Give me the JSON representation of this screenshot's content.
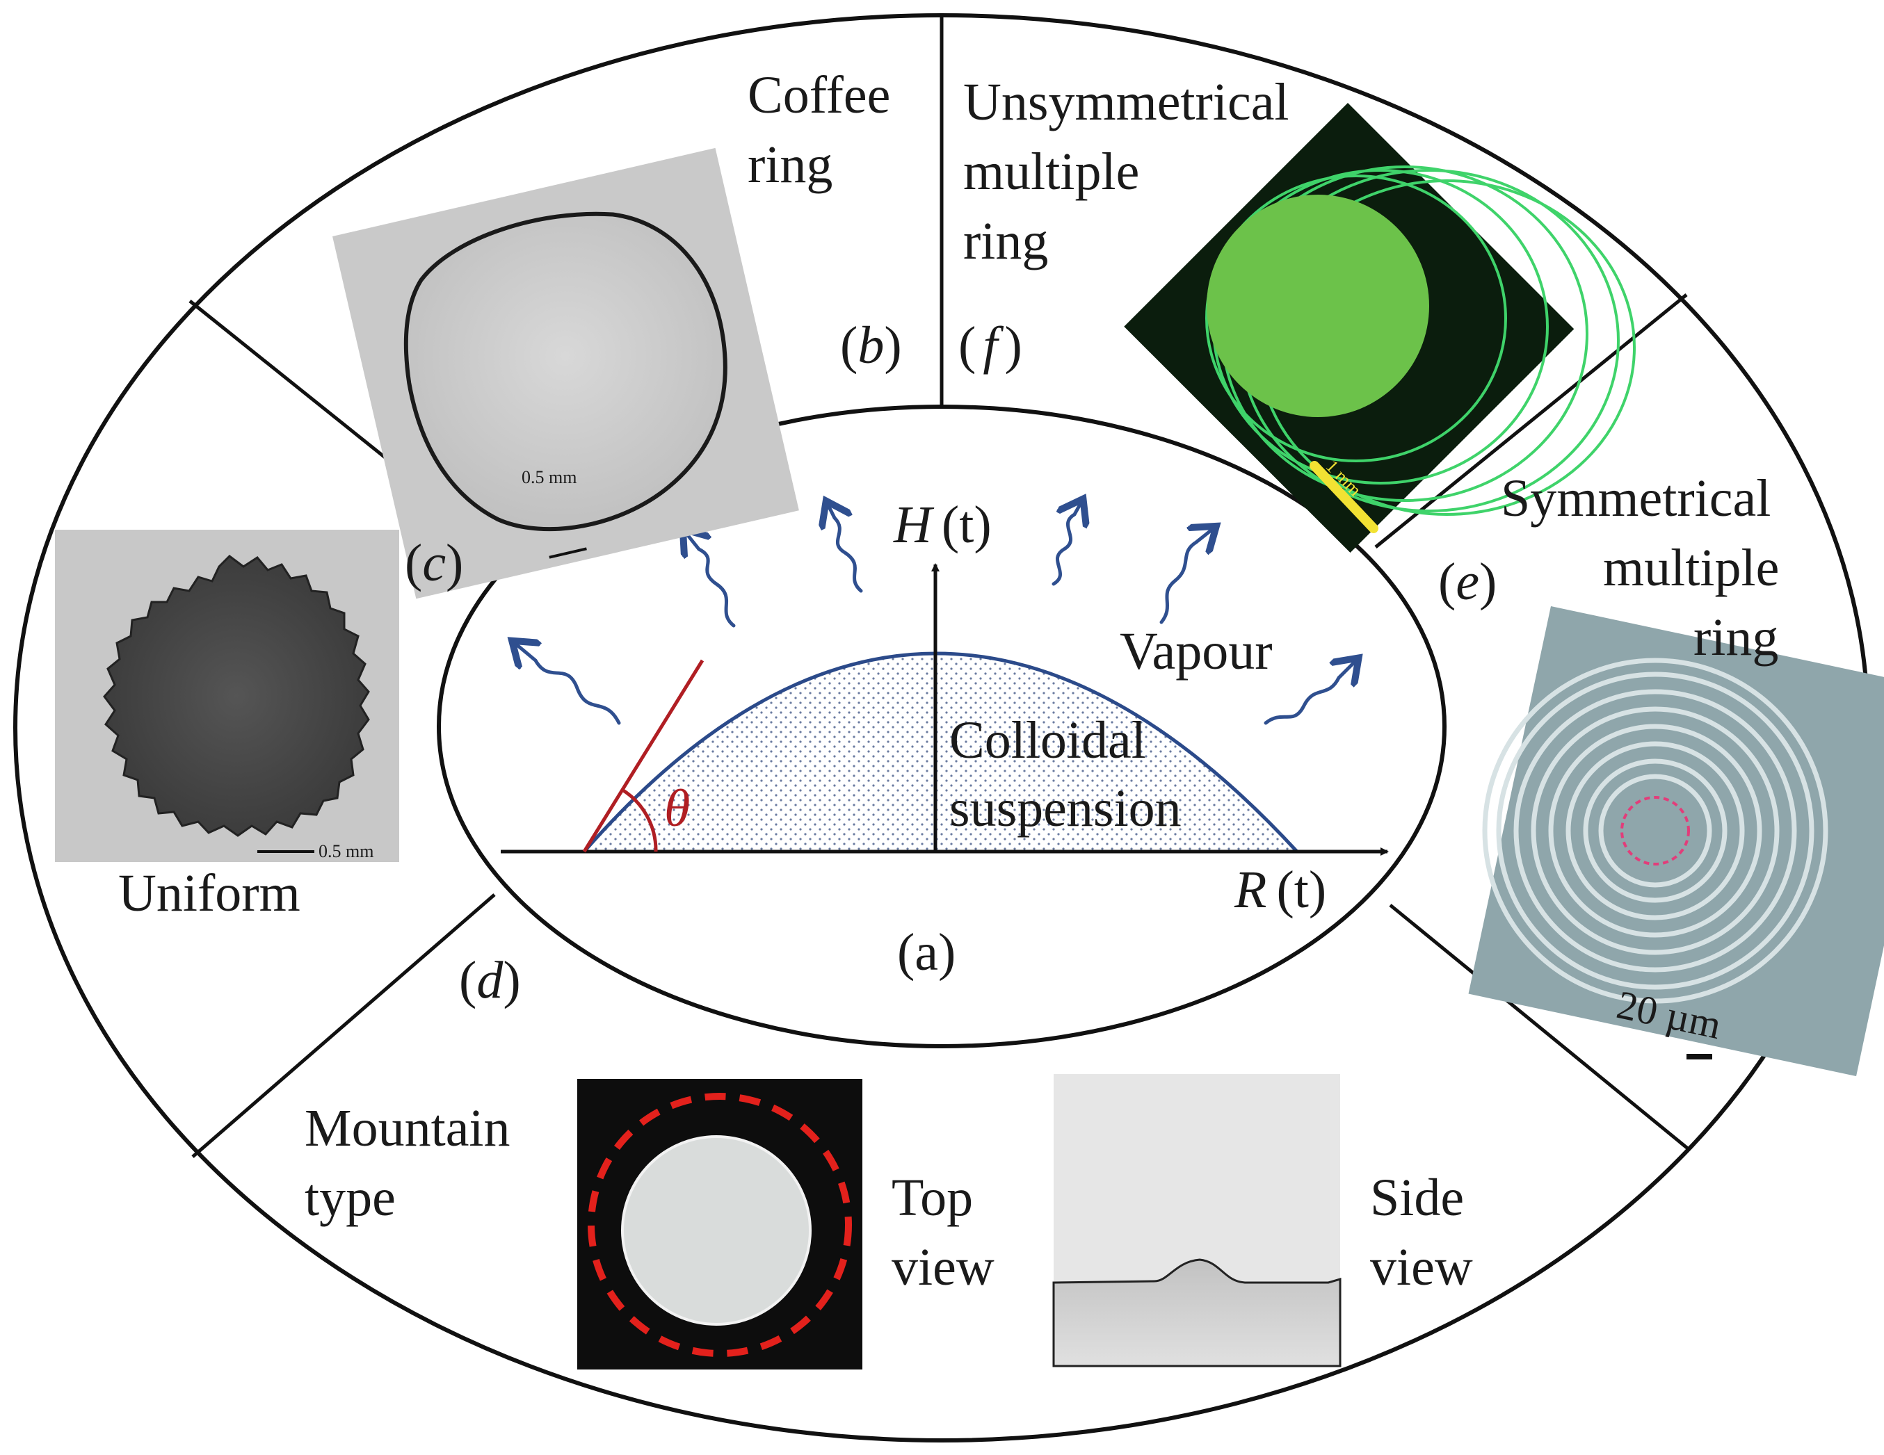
{
  "panels": {
    "a": {
      "tag": "(a)",
      "axis_h": {
        "symbol": "H",
        "arg": "(t)"
      },
      "axis_r": {
        "symbol": "R",
        "arg": "(t)"
      },
      "angle_symbol": "θ",
      "vapour_label": "Vapour",
      "suspension_line1": "Colloidal",
      "suspension_line2": "suspension"
    },
    "b": {
      "tag": "(b)",
      "title_line1": "Coffee",
      "title_line2": "ring",
      "scale": "0.5 mm"
    },
    "c": {
      "tag": "(c)",
      "title": "Uniform",
      "scale": "0.5 mm"
    },
    "d": {
      "tag": "(d)",
      "title_line1": "Mountain",
      "title_line2": "type",
      "top_line1": "Top",
      "top_line2": "view",
      "side_line1": "Side",
      "side_line2": "view"
    },
    "e": {
      "tag": "(e)",
      "title_line1": "Symmetrical",
      "title_line2": "multiple",
      "title_line3": "ring",
      "scale": "20 µm"
    },
    "f": {
      "tag": "(f)",
      "title_line1": "Unsymmetrical",
      "title_line2": "multiple",
      "title_line3": "ring",
      "scale": "1 mm"
    }
  },
  "colors": {
    "outline": "#111111",
    "droplet": "#2b4a8a",
    "vapour_arrow": "#2f4f8f",
    "contact_angle": "#b01e23",
    "fluorescent_green": "#6cc24a",
    "green_rings": "#3fd36a",
    "dashed_ring_red": "#e3211c",
    "symmetric_bg": "#8fa6ab",
    "magenta_dash": "#e23d7a",
    "scale_yellow": "#f2e233"
  }
}
